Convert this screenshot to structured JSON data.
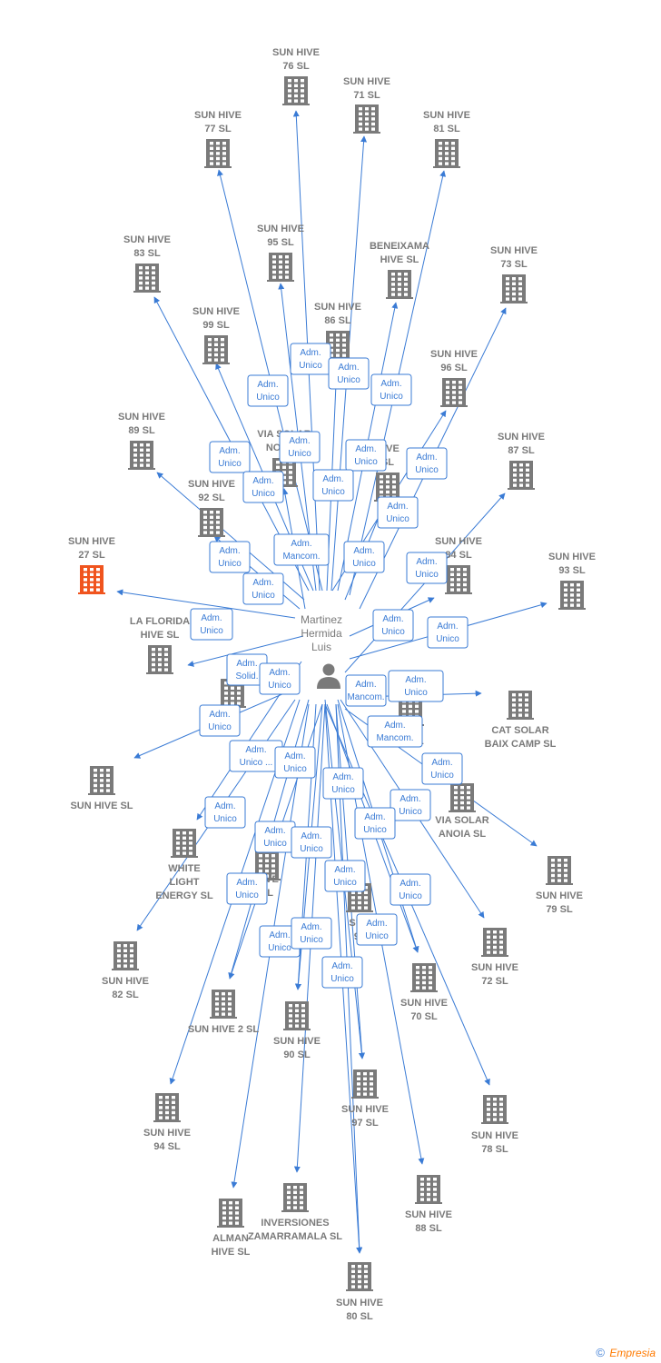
{
  "colors": {
    "edge": "#3a7bd5",
    "node": "#7a7a7a",
    "highlight": "#f0541e",
    "box_border": "#3a7bd5"
  },
  "person": {
    "name_lines": [
      "Martinez",
      "Hermida",
      "Luis"
    ]
  },
  "companies": [
    {
      "id": "c76",
      "lines": [
        "SUN HIVE",
        "76  SL"
      ],
      "highlight": false
    },
    {
      "id": "c71",
      "lines": [
        "SUN HIVE",
        "71  SL"
      ],
      "highlight": false
    },
    {
      "id": "c77",
      "lines": [
        "SUN HIVE",
        "77  SL"
      ],
      "highlight": false
    },
    {
      "id": "c81",
      "lines": [
        "SUN HIVE",
        "81  SL"
      ],
      "highlight": false
    },
    {
      "id": "c95",
      "lines": [
        "SUN HIVE",
        "95  SL"
      ],
      "highlight": false
    },
    {
      "id": "c83",
      "lines": [
        "SUN HIVE",
        "83  SL"
      ],
      "highlight": false
    },
    {
      "id": "cben",
      "lines": [
        "BENEIXAMA",
        "HIVE  SL"
      ],
      "highlight": false
    },
    {
      "id": "c73",
      "lines": [
        "SUN HIVE",
        "73  SL"
      ],
      "highlight": false
    },
    {
      "id": "c99",
      "lines": [
        "SUN HIVE",
        "99  SL"
      ],
      "highlight": false
    },
    {
      "id": "c86",
      "lines": [
        "SUN HIVE",
        "86  SL"
      ],
      "highlight": false
    },
    {
      "id": "c96",
      "lines": [
        "SUN HIVE",
        "96  SL"
      ],
      "highlight": false
    },
    {
      "id": "c89",
      "lines": [
        "SUN HIVE",
        "89  SL"
      ],
      "highlight": false
    },
    {
      "id": "cvsn",
      "lines": [
        "VIA SOLAR",
        "NOGUE"
      ],
      "highlight": false
    },
    {
      "id": "chv",
      "lines": [
        "HIVE",
        "SL"
      ],
      "highlight": false
    },
    {
      "id": "c87",
      "lines": [
        "SUN HIVE",
        "87  SL"
      ],
      "highlight": false
    },
    {
      "id": "c92",
      "lines": [
        "SUN HIVE",
        "92  SL"
      ],
      "highlight": false
    },
    {
      "id": "c27",
      "lines": [
        "SUN HIVE",
        "27  SL"
      ],
      "highlight": true
    },
    {
      "id": "c84",
      "lines": [
        "SUN HIVE",
        "84  SL"
      ],
      "highlight": false
    },
    {
      "id": "c93",
      "lines": [
        "SUN HIVE",
        "93  SL"
      ],
      "highlight": false
    },
    {
      "id": "clf",
      "lines": [
        "LA FLORIDA",
        "HIVE  SL"
      ],
      "highlight": false
    },
    {
      "id": "cve",
      "lines": [
        "VE",
        "L"
      ],
      "highlight": false
    },
    {
      "id": "c91",
      "lines": [
        "VE",
        "91  SL"
      ],
      "highlight": false
    },
    {
      "id": "ccat",
      "lines": [
        "CAT SOLAR",
        "BAIX CAMP  SL"
      ],
      "highlight": false
    },
    {
      "id": "csh",
      "lines": [
        "SUN HIVE  SL"
      ],
      "highlight": false
    },
    {
      "id": "cvsa",
      "lines": [
        "VIA SOLAR",
        "ANOIA  SL"
      ],
      "highlight": false
    },
    {
      "id": "cwle",
      "lines": [
        "WHITE",
        "LIGHT",
        "ENERGY  SL"
      ],
      "highlight": false
    },
    {
      "id": "chive",
      "lines": [
        "HIVE",
        "SL"
      ],
      "highlight": false
    },
    {
      "id": "c79",
      "lines": [
        "SUN HIVE",
        "79  SL"
      ],
      "highlight": false
    },
    {
      "id": "c98",
      "lines": [
        "SUN",
        "98"
      ],
      "highlight": false
    },
    {
      "id": "c82",
      "lines": [
        "SUN HIVE",
        "82  SL"
      ],
      "highlight": false
    },
    {
      "id": "c72",
      "lines": [
        "SUN HIVE",
        "72  SL"
      ],
      "highlight": false
    },
    {
      "id": "c70",
      "lines": [
        "SUN HIVE",
        "70  SL"
      ],
      "highlight": false
    },
    {
      "id": "c2",
      "lines": [
        "SUN HIVE 2  SL"
      ],
      "highlight": false
    },
    {
      "id": "c90",
      "lines": [
        "SUN HIVE",
        "90  SL"
      ],
      "highlight": false
    },
    {
      "id": "c97",
      "lines": [
        "SUN HIVE",
        "97  SL"
      ],
      "highlight": false
    },
    {
      "id": "c94",
      "lines": [
        "SUN HIVE",
        "94  SL"
      ],
      "highlight": false
    },
    {
      "id": "c78",
      "lines": [
        "SUN HIVE",
        "78  SL"
      ],
      "highlight": false
    },
    {
      "id": "c88",
      "lines": [
        "SUN HIVE",
        "88  SL"
      ],
      "highlight": false
    },
    {
      "id": "calm",
      "lines": [
        "ALMAN",
        "HIVE  SL"
      ],
      "highlight": false
    },
    {
      "id": "cinv",
      "lines": [
        "INVERSIONES",
        "ZAMARRAMALA SL"
      ],
      "highlight": false
    },
    {
      "id": "c80",
      "lines": [
        "SUN HIVE",
        "80  SL"
      ],
      "highlight": false
    }
  ],
  "roles": [
    {
      "lines": [
        "Adm.",
        "Unico"
      ]
    },
    {
      "lines": [
        "Adm.",
        "Unico"
      ]
    },
    {
      "lines": [
        "Adm.",
        "Unico"
      ]
    },
    {
      "lines": [
        "Adm.",
        "Unico"
      ]
    },
    {
      "lines": [
        "Adm.",
        "Unico"
      ]
    },
    {
      "lines": [
        "Adm.",
        "Unico"
      ]
    },
    {
      "lines": [
        "Adm.",
        "Unico"
      ]
    },
    {
      "lines": [
        "Adm.",
        "Unico"
      ]
    },
    {
      "lines": [
        "Adm.",
        "Unico"
      ]
    },
    {
      "lines": [
        "Adm.",
        "Unico"
      ]
    },
    {
      "lines": [
        "Adm.",
        "Unico"
      ]
    },
    {
      "lines": [
        "Adm.",
        "Unico"
      ]
    },
    {
      "lines": [
        "Adm.",
        "Mancom."
      ]
    },
    {
      "lines": [
        "Adm.",
        "Unico"
      ]
    },
    {
      "lines": [
        "Adm.",
        "Unico"
      ]
    },
    {
      "lines": [
        "Adm.",
        "Unico"
      ]
    },
    {
      "lines": [
        "Adm.",
        "Unico"
      ]
    },
    {
      "lines": [
        "Adm.",
        "Unico"
      ]
    },
    {
      "lines": [
        "Adm.",
        "Unico"
      ]
    },
    {
      "lines": [
        "Adm.",
        "Solid."
      ]
    },
    {
      "lines": [
        "Adm.",
        "Unico"
      ]
    },
    {
      "lines": [
        "Adm.",
        "Unico"
      ]
    },
    {
      "lines": [
        "Adm.",
        "Mancom."
      ]
    },
    {
      "lines": [
        "Adm.",
        "Unico"
      ]
    },
    {
      "lines": [
        "Adm.",
        "Mancom."
      ]
    },
    {
      "lines": [
        "Adm.",
        "Unico ..."
      ]
    },
    {
      "lines": [
        "Adm.",
        "Unico"
      ]
    },
    {
      "lines": [
        "Adm.",
        "Unico"
      ]
    },
    {
      "lines": [
        "Adm.",
        "Unico"
      ]
    },
    {
      "lines": [
        "Adm.",
        "Unico"
      ]
    },
    {
      "lines": [
        "Adm.",
        "Unico"
      ]
    },
    {
      "lines": [
        "Adm.",
        "Unico"
      ]
    },
    {
      "lines": [
        "Adm.",
        "Unico"
      ]
    },
    {
      "lines": [
        "Adm.",
        "Unico"
      ]
    },
    {
      "lines": [
        "Adm.",
        "Unico"
      ]
    },
    {
      "lines": [
        "Adm.",
        "Unico"
      ]
    },
    {
      "lines": [
        "Adm.",
        "Unico"
      ]
    },
    {
      "lines": [
        "Adm.",
        "Unico"
      ]
    },
    {
      "lines": [
        "Adm.",
        "Unico"
      ]
    },
    {
      "lines": [
        "Adm.",
        "Unico"
      ]
    },
    {
      "lines": [
        "Adm.",
        "Unico"
      ]
    }
  ],
  "footer": {
    "copyright": "©",
    "brand": "Empresia"
  }
}
